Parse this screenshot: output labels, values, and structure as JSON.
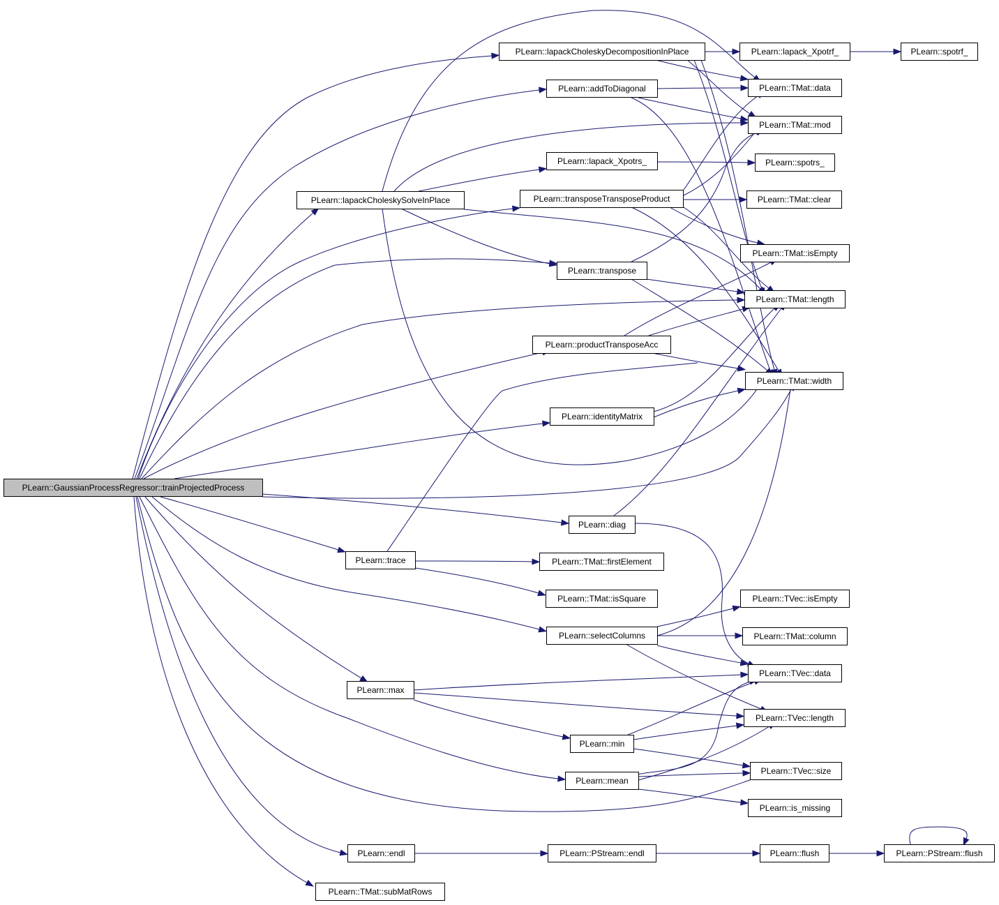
{
  "diagram": {
    "root": "n0",
    "colors": {
      "edge": "#191970",
      "node_border": "#000000",
      "node_fill": "#ffffff",
      "root_fill": "#bfbfbf"
    },
    "nodes": [
      {
        "id": "n0",
        "label": "PLearn::GaussianProcessRegressor::trainProjectedProcess"
      },
      {
        "id": "n1",
        "label": "PLearn::lapackCholeskyDecompositionInPlace"
      },
      {
        "id": "n2",
        "label": "PLearn::lapack_Xpotrf_"
      },
      {
        "id": "n3",
        "label": "PLearn::spotrf_"
      },
      {
        "id": "n4",
        "label": "PLearn::TMat::data"
      },
      {
        "id": "n5",
        "label": "PLearn::addToDiagonal"
      },
      {
        "id": "n6",
        "label": "PLearn::TMat::mod"
      },
      {
        "id": "n7",
        "label": "PLearn::lapack_Xpotrs_"
      },
      {
        "id": "n8",
        "label": "PLearn::spotrs_"
      },
      {
        "id": "n9",
        "label": "PLearn::lapackCholeskySolveInPlace"
      },
      {
        "id": "n10",
        "label": "PLearn::transposeTransposeProduct"
      },
      {
        "id": "n11",
        "label": "PLearn::TMat::clear"
      },
      {
        "id": "n12",
        "label": "PLearn::TMat::isEmpty"
      },
      {
        "id": "n13",
        "label": "PLearn::transpose"
      },
      {
        "id": "n14",
        "label": "PLearn::TMat::length"
      },
      {
        "id": "n15",
        "label": "PLearn::productTransposeAcc"
      },
      {
        "id": "n16",
        "label": "PLearn::TMat::width"
      },
      {
        "id": "n17",
        "label": "PLearn::identityMatrix"
      },
      {
        "id": "n18",
        "label": "PLearn::diag"
      },
      {
        "id": "n19",
        "label": "PLearn::trace"
      },
      {
        "id": "n20",
        "label": "PLearn::TMat::firstElement"
      },
      {
        "id": "n21",
        "label": "PLearn::TMat::isSquare"
      },
      {
        "id": "n22",
        "label": "PLearn::TVec::isEmpty"
      },
      {
        "id": "n23",
        "label": "PLearn::selectColumns"
      },
      {
        "id": "n24",
        "label": "PLearn::TMat::column"
      },
      {
        "id": "n25",
        "label": "PLearn::TVec::data"
      },
      {
        "id": "n26",
        "label": "PLearn::max"
      },
      {
        "id": "n27",
        "label": "PLearn::TVec::length"
      },
      {
        "id": "n28",
        "label": "PLearn::min"
      },
      {
        "id": "n29",
        "label": "PLearn::TVec::size"
      },
      {
        "id": "n30",
        "label": "PLearn::mean"
      },
      {
        "id": "n31",
        "label": "PLearn::is_missing"
      },
      {
        "id": "n32",
        "label": "PLearn::endl"
      },
      {
        "id": "n33",
        "label": "PLearn::PStream::endl"
      },
      {
        "id": "n34",
        "label": "PLearn::flush"
      },
      {
        "id": "n35",
        "label": "PLearn::PStream::flush"
      },
      {
        "id": "n36",
        "label": "PLearn::TMat::subMatRows"
      }
    ],
    "edges": [
      {
        "from": "n0",
        "to": "n1"
      },
      {
        "from": "n0",
        "to": "n5"
      },
      {
        "from": "n0",
        "to": "n9"
      },
      {
        "from": "n0",
        "to": "n10"
      },
      {
        "from": "n0",
        "to": "n13"
      },
      {
        "from": "n0",
        "to": "n14"
      },
      {
        "from": "n0",
        "to": "n15"
      },
      {
        "from": "n0",
        "to": "n17"
      },
      {
        "from": "n0",
        "to": "n16"
      },
      {
        "from": "n0",
        "to": "n18"
      },
      {
        "from": "n0",
        "to": "n19"
      },
      {
        "from": "n0",
        "to": "n23"
      },
      {
        "from": "n0",
        "to": "n26"
      },
      {
        "from": "n0",
        "to": "n30"
      },
      {
        "from": "n0",
        "to": "n29"
      },
      {
        "from": "n0",
        "to": "n32"
      },
      {
        "from": "n0",
        "to": "n36"
      },
      {
        "from": "n1",
        "to": "n2"
      },
      {
        "from": "n1",
        "to": "n4"
      },
      {
        "from": "n1",
        "to": "n6"
      },
      {
        "from": "n1",
        "to": "n14"
      },
      {
        "from": "n1",
        "to": "n16"
      },
      {
        "from": "n2",
        "to": "n3"
      },
      {
        "from": "n5",
        "to": "n4"
      },
      {
        "from": "n5",
        "to": "n6"
      },
      {
        "from": "n5",
        "to": "n16"
      },
      {
        "from": "n7",
        "to": "n8"
      },
      {
        "from": "n9",
        "to": "n7"
      },
      {
        "from": "n9",
        "to": "n6"
      },
      {
        "from": "n9",
        "to": "n4"
      },
      {
        "from": "n9",
        "to": "n13"
      },
      {
        "from": "n9",
        "to": "n14"
      },
      {
        "from": "n9",
        "to": "n16"
      },
      {
        "from": "n10",
        "to": "n4"
      },
      {
        "from": "n10",
        "to": "n6"
      },
      {
        "from": "n10",
        "to": "n11"
      },
      {
        "from": "n10",
        "to": "n12"
      },
      {
        "from": "n10",
        "to": "n14"
      },
      {
        "from": "n10",
        "to": "n16"
      },
      {
        "from": "n13",
        "to": "n6"
      },
      {
        "from": "n13",
        "to": "n14"
      },
      {
        "from": "n13",
        "to": "n16"
      },
      {
        "from": "n15",
        "to": "n12"
      },
      {
        "from": "n15",
        "to": "n14"
      },
      {
        "from": "n15",
        "to": "n16"
      },
      {
        "from": "n17",
        "to": "n14"
      },
      {
        "from": "n17",
        "to": "n16"
      },
      {
        "from": "n18",
        "to": "n14"
      },
      {
        "from": "n18",
        "to": "n25"
      },
      {
        "from": "n19",
        "to": "n20"
      },
      {
        "from": "n19",
        "to": "n21"
      },
      {
        "from": "n19",
        "to": "n14"
      },
      {
        "from": "n23",
        "to": "n22"
      },
      {
        "from": "n23",
        "to": "n24"
      },
      {
        "from": "n23",
        "to": "n25"
      },
      {
        "from": "n23",
        "to": "n27"
      },
      {
        "from": "n23",
        "to": "n16"
      },
      {
        "from": "n26",
        "to": "n25"
      },
      {
        "from": "n26",
        "to": "n27"
      },
      {
        "from": "n26",
        "to": "n28"
      },
      {
        "from": "n28",
        "to": "n25"
      },
      {
        "from": "n28",
        "to": "n27"
      },
      {
        "from": "n28",
        "to": "n29"
      },
      {
        "from": "n30",
        "to": "n25"
      },
      {
        "from": "n30",
        "to": "n27"
      },
      {
        "from": "n30",
        "to": "n29"
      },
      {
        "from": "n30",
        "to": "n31"
      },
      {
        "from": "n32",
        "to": "n33"
      },
      {
        "from": "n33",
        "to": "n34"
      },
      {
        "from": "n34",
        "to": "n35"
      },
      {
        "from": "n35",
        "to": "n35"
      }
    ]
  }
}
